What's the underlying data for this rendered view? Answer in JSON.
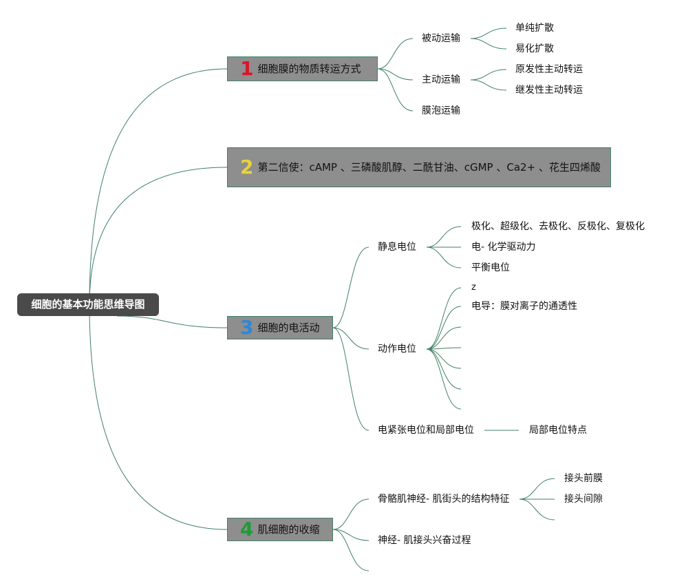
{
  "root": {
    "label": "细胞的基本功能思维导图"
  },
  "branches": [
    {
      "number": "1",
      "number_color": "#d8162b",
      "label": "细胞膜的物质转运方式",
      "children": [
        {
          "label": "被动运输",
          "children": [
            {
              "label": "单纯扩散"
            },
            {
              "label": "易化扩散"
            }
          ]
        },
        {
          "label": "主动运输",
          "children": [
            {
              "label": "原发性主动转运"
            },
            {
              "label": "继发性主动转运"
            }
          ]
        },
        {
          "label": "膜泡运输"
        }
      ]
    },
    {
      "number": "2",
      "number_color": "#e8d23a",
      "label": "第二信使：cAMP 、三磷酸肌醇、二酰甘油、cGMP 、Ca2+ 、花生四烯酸"
    },
    {
      "number": "3",
      "number_color": "#2f86d6",
      "label": "细胞的电活动",
      "children": [
        {
          "label": "静息电位",
          "children": [
            {
              "label": "极化、超级化、去极化、反极化、复极化"
            },
            {
              "label": "电- 化学驱动力"
            },
            {
              "label": "平衡电位"
            }
          ]
        },
        {
          "label": "动作电位",
          "children": [
            {
              "label": "z"
            },
            {
              "label": "电导：膜对离子的通透性"
            },
            {
              "label": ""
            },
            {
              "label": ""
            },
            {
              "label": ""
            },
            {
              "label": ""
            },
            {
              "label": ""
            }
          ]
        },
        {
          "label": "电紧张电位和局部电位",
          "children": [
            {
              "label": "局部电位特点"
            }
          ]
        }
      ]
    },
    {
      "number": "4",
      "number_color": "#1f9c35",
      "label": "肌细胞的收缩",
      "children": [
        {
          "label": "骨骼肌神经- 肌街头的结构特征",
          "children": [
            {
              "label": "接头前膜"
            },
            {
              "label": "接头间隙"
            },
            {
              "label": ""
            }
          ]
        },
        {
          "label": "神经- 肌接头兴奋过程"
        },
        {
          "label": ""
        }
      ]
    }
  ],
  "colors": {
    "connector": "#3f7f64",
    "root_bg": "#4a4a4a",
    "branch_bg": "#8e8e8e"
  }
}
